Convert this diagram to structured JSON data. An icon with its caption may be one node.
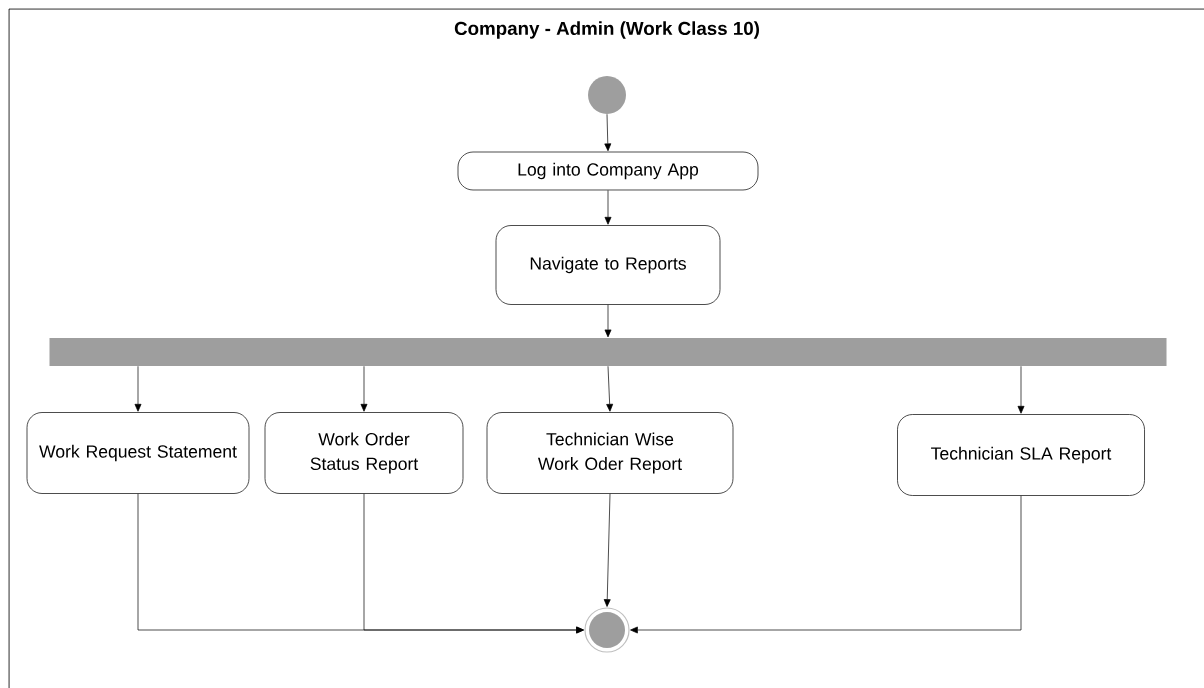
{
  "diagram": {
    "title": "Company - Admin (Work Class 10)",
    "nodes": [
      {
        "text": [],
        "shape": "circle"
      },
      {
        "text": [
          "Log into Company App"
        ]
      },
      {
        "text": [
          "Navigate to Reports"
        ]
      },
      {
        "text": [],
        "shape": "bar"
      },
      {
        "text": [
          "Work Request Statement"
        ]
      },
      {
        "text": [
          "Work Order Status Report"
        ]
      },
      {
        "text": [
          "Technician Wise Work Oder Report"
        ]
      },
      {
        "text": [
          "Technician SLA Report"
        ]
      },
      {
        "text": [],
        "shape": "circle"
      }
    ],
    "edges": [
      {
        "from": 0,
        "to": 1,
        "arrow": "to"
      },
      {
        "from": 1,
        "to": 2,
        "arrow": "to"
      },
      {
        "from": 2,
        "to": 3,
        "arrow": "to"
      },
      {
        "from": 3,
        "to": 4,
        "arrow": "to"
      },
      {
        "from": 3,
        "to": 5,
        "arrow": "to"
      },
      {
        "from": 3,
        "to": 6,
        "arrow": "to"
      },
      {
        "from": 3,
        "to": 7,
        "arrow": "to"
      },
      {
        "from": 4,
        "to": 8,
        "arrow": "to"
      },
      {
        "from": 5,
        "to": 8,
        "arrow": "to"
      },
      {
        "from": 6,
        "to": 8,
        "arrow": "to"
      },
      {
        "from": 7,
        "to": 8,
        "arrow": "to"
      }
    ]
  }
}
